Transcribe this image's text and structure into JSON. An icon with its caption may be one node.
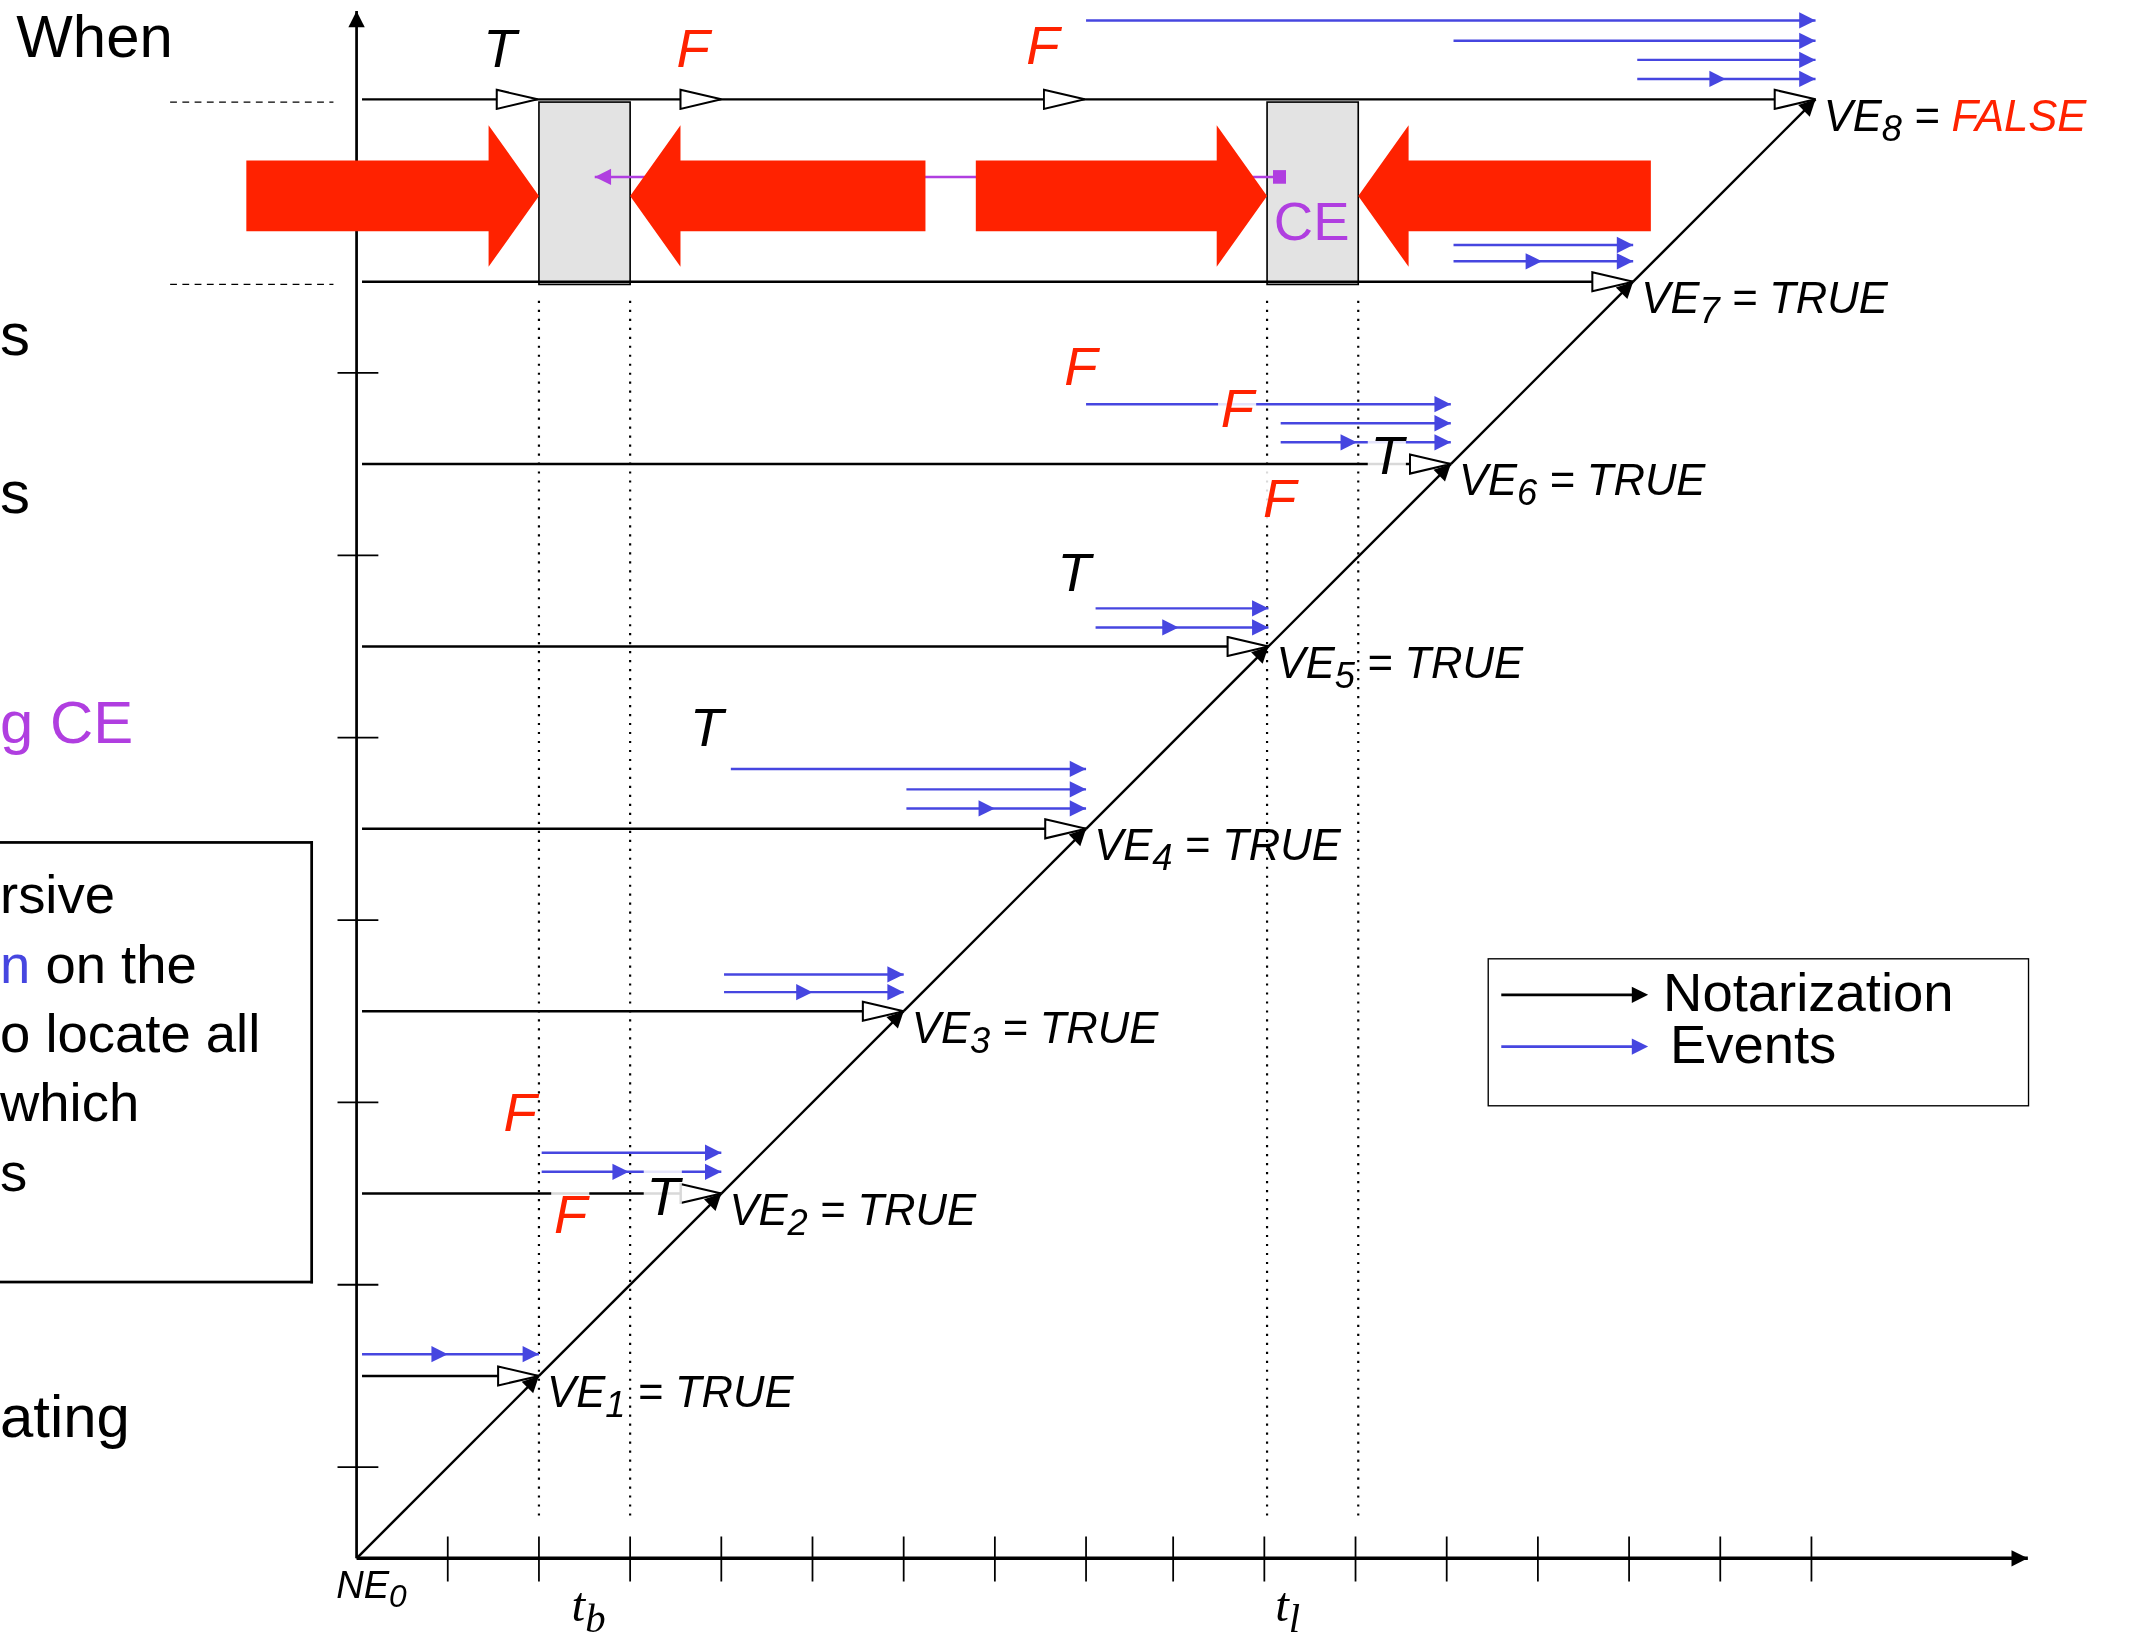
{
  "diagram": {
    "nodes": [
      {
        "text": [
          "NE$_{0}$"
        ]
      },
      {
        "text": [
          "VE$_{1}$ = TRUE"
        ]
      },
      {
        "text": [
          "VE$_{2}$ = TRUE"
        ]
      },
      {
        "text": [
          "VE$_{3}$ = TRUE"
        ]
      },
      {
        "text": [
          "VE$_{4}$ = TRUE"
        ]
      },
      {
        "text": [
          "VE$_{5}$ = TRUE"
        ]
      },
      {
        "text": [
          "VE$_{6}$ = TRUE"
        ]
      },
      {
        "text": [
          "VE$_{7}$ = TRUE"
        ]
      },
      {
        "text": [
          "VE$_{8}$ = FALSE"
        ]
      },
      {
        "text": [
          "rsive n on the o locate all which s"
        ]
      },
      {
        "text": [],
        "shape": "box"
      },
      {
        "text": [],
        "shape": "box"
      },
      {
        "text": [
          "CE"
        ],
        "in": 11
      }
    ],
    "edges": [
      {
        "from": 0,
        "to": 1,
        "arrow": "to",
        "color": "#000000"
      },
      {
        "from": 1,
        "to": 2,
        "arrow": "to",
        "color": "#000000"
      },
      {
        "from": 2,
        "to": 3,
        "arrow": "to",
        "color": "#000000"
      },
      {
        "from": 3,
        "to": 4,
        "arrow": "to",
        "color": "#000000"
      },
      {
        "from": 4,
        "to": 5,
        "arrow": "to",
        "color": "#000000"
      },
      {
        "from": 5,
        "to": 6,
        "arrow": "to",
        "color": "#000000"
      },
      {
        "from": 6,
        "to": 7,
        "arrow": "to",
        "color": "#000000"
      },
      {
        "from": 7,
        "to": 8,
        "arrow": "to",
        "color": "#000000"
      },
      {
        "from": null,
        "to": 1,
        "arrow": "to",
        "color": "#000000"
      },
      {
        "from": null,
        "to": 2,
        "arrow": "to",
        "color": "#000000"
      },
      {
        "from": null,
        "to": 3,
        "arrow": "to",
        "color": "#000000"
      },
      {
        "from": null,
        "to": 4,
        "arrow": "to",
        "color": "#000000"
      },
      {
        "from": null,
        "to": 5,
        "arrow": "to",
        "color": "#000000"
      },
      {
        "from": null,
        "to": 6,
        "arrow": "to",
        "color": "#000000"
      },
      {
        "from": null,
        "to": 7,
        "arrow": "to",
        "color": "#000000"
      },
      {
        "from": null,
        "to": 8,
        "arrow": "to",
        "color": "#000000"
      },
      {
        "from": null,
        "to": 8,
        "arrow": "to"
      },
      {
        "from": null,
        "to": 8,
        "arrow": "to"
      },
      {
        "from": null,
        "to": 8,
        "arrow": "to"
      },
      {
        "from": null,
        "to": 8,
        "arrow": "to"
      },
      {
        "from": null,
        "to": 7,
        "arrow": "to"
      },
      {
        "from": null,
        "to": 7,
        "arrow": "to"
      },
      {
        "from": null,
        "to": 6,
        "arrow": "to"
      },
      {
        "from": null,
        "to": 6,
        "arrow": "to"
      },
      {
        "from": null,
        "to": 6,
        "arrow": "to"
      },
      {
        "from": null,
        "to": 5,
        "arrow": "to"
      },
      {
        "from": null,
        "to": 5,
        "arrow": "to"
      },
      {
        "from": null,
        "to": 4,
        "arrow": "to"
      },
      {
        "from": null,
        "to": 4,
        "arrow": "to"
      },
      {
        "from": null,
        "to": 4,
        "arrow": "to"
      },
      {
        "from": null,
        "to": 3,
        "arrow": "to"
      },
      {
        "from": null,
        "to": 3,
        "arrow": "to"
      },
      {
        "from": null,
        "to": 2,
        "arrow": "to"
      },
      {
        "from": null,
        "to": 2,
        "arrow": "to"
      },
      {
        "from": null,
        "to": 1,
        "arrow": "to"
      },
      {
        "from": 12,
        "to": 10,
        "arrow": "to",
        "color": "#b03ee0"
      },
      {
        "from": null,
        "to": 10,
        "arrow": "to",
        "style": "thick",
        "color": "#ff2200"
      },
      {
        "from": null,
        "to": 10,
        "arrow": "to",
        "style": "thick",
        "color": "#ff2200"
      },
      {
        "from": null,
        "to": 11,
        "arrow": "to",
        "style": "thick",
        "color": "#ff2200"
      },
      {
        "from": null,
        "to": 11,
        "arrow": "to",
        "style": "thick",
        "color": "#ff2200"
      }
    ],
    "labels": [
      "When",
      "T",
      "F",
      "F",
      "s",
      "F",
      "F",
      "F",
      "T",
      "s",
      "T",
      "g CE",
      "T",
      "F",
      "F",
      "T",
      "ating",
      "t$_{b}$",
      "t$_{l}$"
    ],
    "legend": [
      {
        "text": "Notarization"
      },
      {
        "text": "Events"
      }
    ]
  }
}
